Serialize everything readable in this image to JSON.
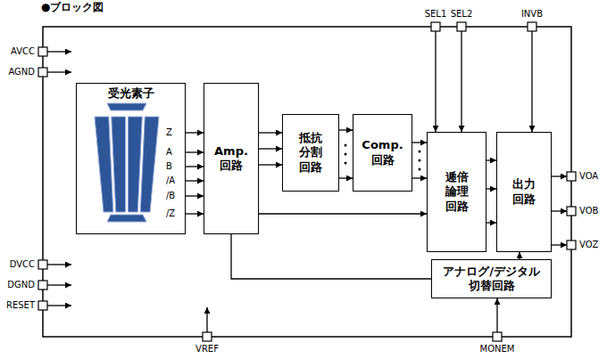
{
  "diagram": {
    "title": "●ブロック図",
    "nodes": [
      {
        "text": [
          "受光素子"
        ]
      },
      {
        "text": [
          "Amp. 回路"
        ]
      },
      {
        "text": [
          "抵抗 分割 回路"
        ]
      },
      {
        "text": [
          "Comp. 回路"
        ]
      },
      {
        "text": [
          "逓倍 論理 回路"
        ]
      },
      {
        "text": [
          "出力 回路"
        ]
      },
      {
        "text": [
          "アナログ/デジタル 切替回路"
        ]
      }
    ],
    "edges": [
      {
        "from": 0,
        "to": 1,
        "arrow": "to"
      },
      {
        "from": 0,
        "to": 1,
        "arrow": "to"
      },
      {
        "from": 0,
        "to": 1,
        "arrow": "to"
      },
      {
        "from": 0,
        "to": 1,
        "arrow": "to"
      },
      {
        "from": 0,
        "to": 1,
        "arrow": "to"
      },
      {
        "from": 0,
        "to": 1,
        "arrow": "to"
      },
      {
        "from": 1,
        "to": 2,
        "arrow": "to"
      },
      {
        "from": 1,
        "to": 2,
        "arrow": "to"
      },
      {
        "from": 1,
        "to": 2,
        "arrow": "to"
      },
      {
        "from": 2,
        "to": 3,
        "arrow": "to"
      },
      {
        "from": 2,
        "to": 3,
        "arrow": "to"
      },
      {
        "from": 3,
        "to": 4,
        "arrow": "to"
      },
      {
        "from": 3,
        "to": 4,
        "arrow": "to"
      },
      {
        "from": 1,
        "to": 4,
        "arrow": "to"
      },
      {
        "from": 4,
        "to": 5,
        "arrow": "to"
      },
      {
        "from": 4,
        "to": 5,
        "arrow": "to"
      },
      {
        "from": 4,
        "to": 5,
        "arrow": "to"
      },
      {
        "from": 6,
        "to": 5,
        "arrow": "to"
      },
      {
        "from": 1,
        "to": 6,
        "arrow": "none"
      }
    ],
    "labels": [
      "Z",
      "A",
      "B",
      "/A",
      "/B",
      "/Z",
      "AVCC",
      "AGND",
      "DVCC",
      "DGND",
      "RESET",
      "SEL1",
      "SEL2",
      "INVB",
      "VOA",
      "VOB",
      "VOZ",
      "VREF",
      "MONEM"
    ]
  }
}
